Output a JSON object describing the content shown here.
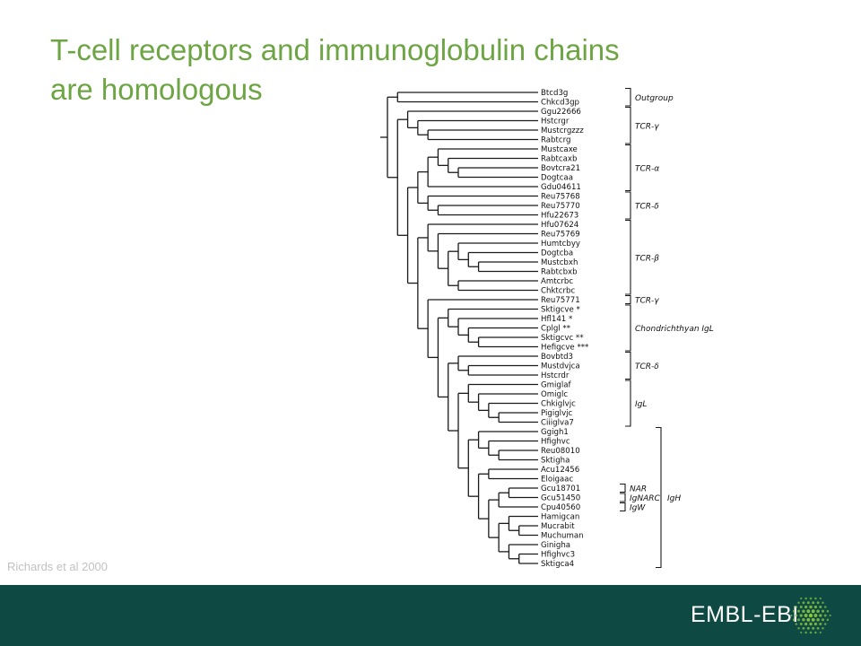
{
  "slide": {
    "title_line1": "T-cell receptors and immunoglobulin chains",
    "title_line2": "are homologous",
    "credit": "Richards et al 2000",
    "footer_brand": "EMBL-EBI"
  },
  "colors": {
    "title": "#6ea544",
    "footer": "#0e4a43",
    "credit": "#c2c2c2",
    "logo_dots": "#8cc63f"
  },
  "tree": {
    "leaves": [
      "Btcd3g",
      "Chkcd3gp",
      "Ggu22666",
      "Hstcrgr",
      "Mustcrgzzz",
      "Rabtcrg",
      "Mustcaxe",
      "Rabtcaxb",
      "Bovtcra21",
      "Dogtcaa",
      "Gdu04611",
      "Reu75768",
      "Reu75770",
      "Hfu22673",
      "Hfu07624",
      "Reu75769",
      "Humtcbyy",
      "Dogtcba",
      "Mustcbxh",
      "Rabtcbxb",
      "Amtcrbc",
      "Chktcrbc",
      "Reu75771",
      "Sktigcve *",
      "Hfl141 *",
      "Cplgl **",
      "Sktigcvc **",
      "Hefigcve ***",
      "Bovbtd3",
      "Mustdvjca",
      "Hstcrdr",
      "Gmiglaf",
      "Omiglc",
      "Chkiglvjc",
      "Pigiglvjc",
      "Ciiiglva7",
      "Ggigh1",
      "Hfighvc",
      "Reu08010",
      "Sktigha",
      "Acu12456",
      "Eloigaac",
      "Gcu18701",
      "Gcu51450",
      "Cpu40560",
      "Hamigcan",
      "Mucrabit",
      "Muchuman",
      "Ginigha",
      "Hfighvc3",
      "Sktigca4"
    ],
    "groups": [
      {
        "label": "Outgroup",
        "start": 0,
        "end": 1
      },
      {
        "label": "TCR-γ",
        "start": 2,
        "end": 5
      },
      {
        "label": "TCR-α",
        "start": 6,
        "end": 10
      },
      {
        "label": "TCR-δ",
        "start": 11,
        "end": 13
      },
      {
        "label": "TCR-β",
        "start": 14,
        "end": 21
      },
      {
        "label": "TCR-γ",
        "start": 22,
        "end": 22
      },
      {
        "label": "Chondrichthyan IgL",
        "start": 23,
        "end": 27
      },
      {
        "label": "TCR-δ",
        "start": 28,
        "end": 30
      },
      {
        "label": "IgL",
        "start": 31,
        "end": 35
      },
      {
        "label": "NAR",
        "start": 42,
        "end": 42
      },
      {
        "label": "IgNARC",
        "start": 43,
        "end": 43
      },
      {
        "label": "IgW",
        "start": 44,
        "end": 44
      },
      {
        "label": "IgH",
        "start": 36,
        "end": 50
      }
    ]
  }
}
